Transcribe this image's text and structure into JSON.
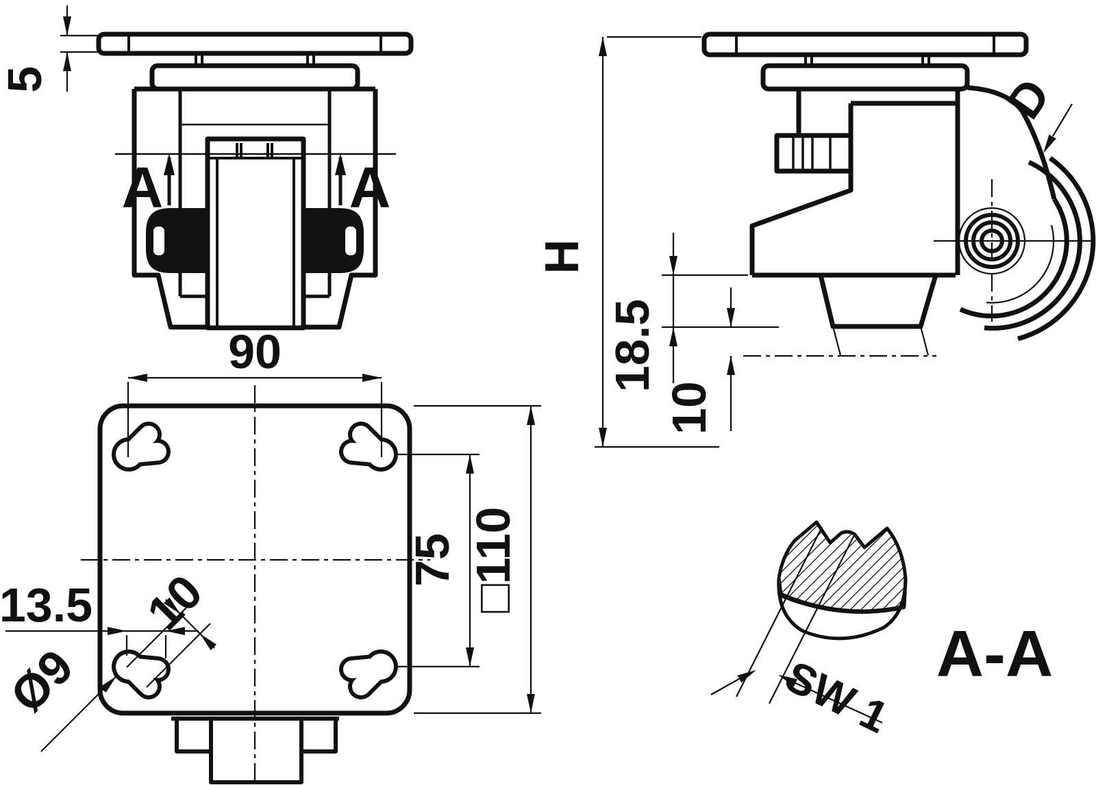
{
  "colors": {
    "ink": "#111111",
    "background": "#ffffff"
  },
  "drawing": {
    "front_view": {
      "plate_thickness": "5",
      "section_arrow_left": "A",
      "section_arrow_right": "A"
    },
    "plan_view": {
      "hole_spacing_width": "90",
      "hole_spacing_height": "75",
      "plate_size": "□110",
      "edge_distance": "13.5",
      "slot_length": "10",
      "hole_diameter": "Ø9"
    },
    "side_view": {
      "overall_height": "H",
      "wheel_diameter": "D",
      "adjustment_range": "18.5",
      "lift": "10"
    },
    "section_view": {
      "wrench_size": "SW 1",
      "section_title": "A-A"
    }
  }
}
